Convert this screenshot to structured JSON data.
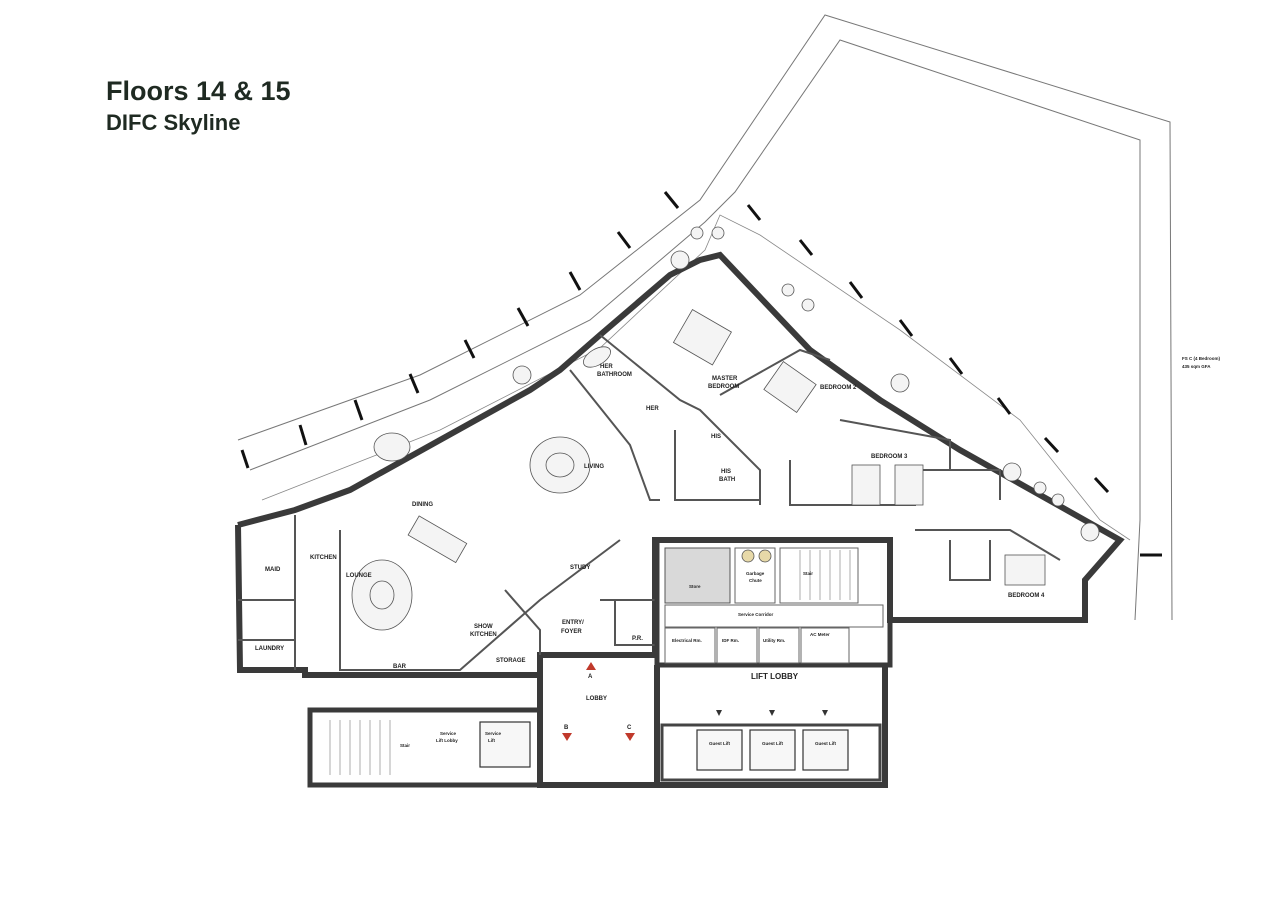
{
  "header": {
    "title": "Floors 14 & 15",
    "subtitle": "DIFC Skyline"
  },
  "unit_info": {
    "name": "FS C (4 Bedroom)",
    "area": "435 sqm GFA"
  },
  "rooms": {
    "her_bathroom_1": "HER",
    "her_bathroom_2": "BATHROOM",
    "master_bedroom_1": "MASTER",
    "master_bedroom_2": "BEDROOM",
    "bedroom_2": "BEDROOM 2",
    "bedroom_3": "BEDROOM 3",
    "bedroom_4": "BEDROOM 4",
    "her": "HER",
    "his": "HIS",
    "his_bath_1": "HIS",
    "his_bath_2": "BATH",
    "living": "LIVING",
    "dining": "DINING",
    "kitchen": "KITCHEN",
    "maid": "MAID",
    "lounge": "LOUNGE",
    "laundry": "LAUNDRY",
    "bar": "BAR",
    "show_kitchen_1": "SHOW",
    "show_kitchen_2": "KITCHEN",
    "storage": "STORAGE",
    "study": "STUDY",
    "entry_1": "ENTRY/",
    "entry_2": "FOYER",
    "pr": "P.R.",
    "lobby": "LOBBY",
    "lift_lobby": "LIFT LOBBY"
  },
  "core": {
    "store": "Store",
    "garbage_1": "Garbage",
    "garbage_2": "Chute",
    "stair_east": "Stair",
    "service_corridor": "Service Corridor",
    "electrical": "Electrical Rm.",
    "idf": "IDF Rm.",
    "utility": "Utility Rm.",
    "ac_meter": "AC Meter",
    "guest_lift_1": "Guest Lift",
    "guest_lift_2": "Guest Lift",
    "guest_lift_3": "Guest Lift",
    "stair_west": "Stair",
    "service_lift_lobby_1": "Service",
    "service_lift_lobby_2": "Lift Lobby",
    "service_lift_1": "Service",
    "service_lift_2": "Lift"
  },
  "markers": {
    "a": "A",
    "b": "B",
    "c": "C"
  },
  "colors": {
    "ink": "#1f2a22",
    "marker": "#c0392b"
  }
}
